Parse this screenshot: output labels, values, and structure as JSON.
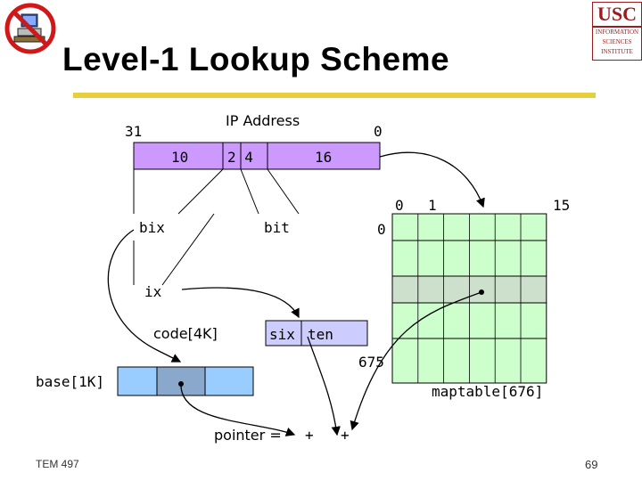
{
  "slide": {
    "title": "Level-1 Lookup Scheme",
    "footer": "TEM 497",
    "page_number": "69"
  },
  "logo": {
    "top_text": "USC",
    "line1": "INFORMATION",
    "line2": "SCIENCES",
    "line3": "INSTITUTE"
  },
  "diagram": {
    "ip_address_label": "IP Address",
    "bit_31": "31",
    "bit_0": "0",
    "field_10": "10",
    "field_24": "2 4",
    "field_16": "16",
    "bix_label": "bix",
    "bit_label": "bit",
    "ix_label": "ix",
    "code_label": "code[4K]",
    "code_six": "six",
    "code_ten": "ten",
    "base_label": "base[1K]",
    "pointer_label": "pointer =",
    "plus1": "+",
    "plus2": "+",
    "maptable_label": "maptable[676]",
    "maptable_col0": "0",
    "maptable_col1": "1",
    "maptable_col15": "15",
    "maptable_row0": "0",
    "maptable_row675": "675"
  },
  "colors": {
    "ip_bar": "#cc99ff",
    "code_box": "#ccccff",
    "base_box": "#99ccff",
    "maptable": "#ccffcc",
    "maptable_highlight": "#cce0cc",
    "title_rule": "#e6cf3c",
    "usc_red": "#9b1b1f"
  }
}
